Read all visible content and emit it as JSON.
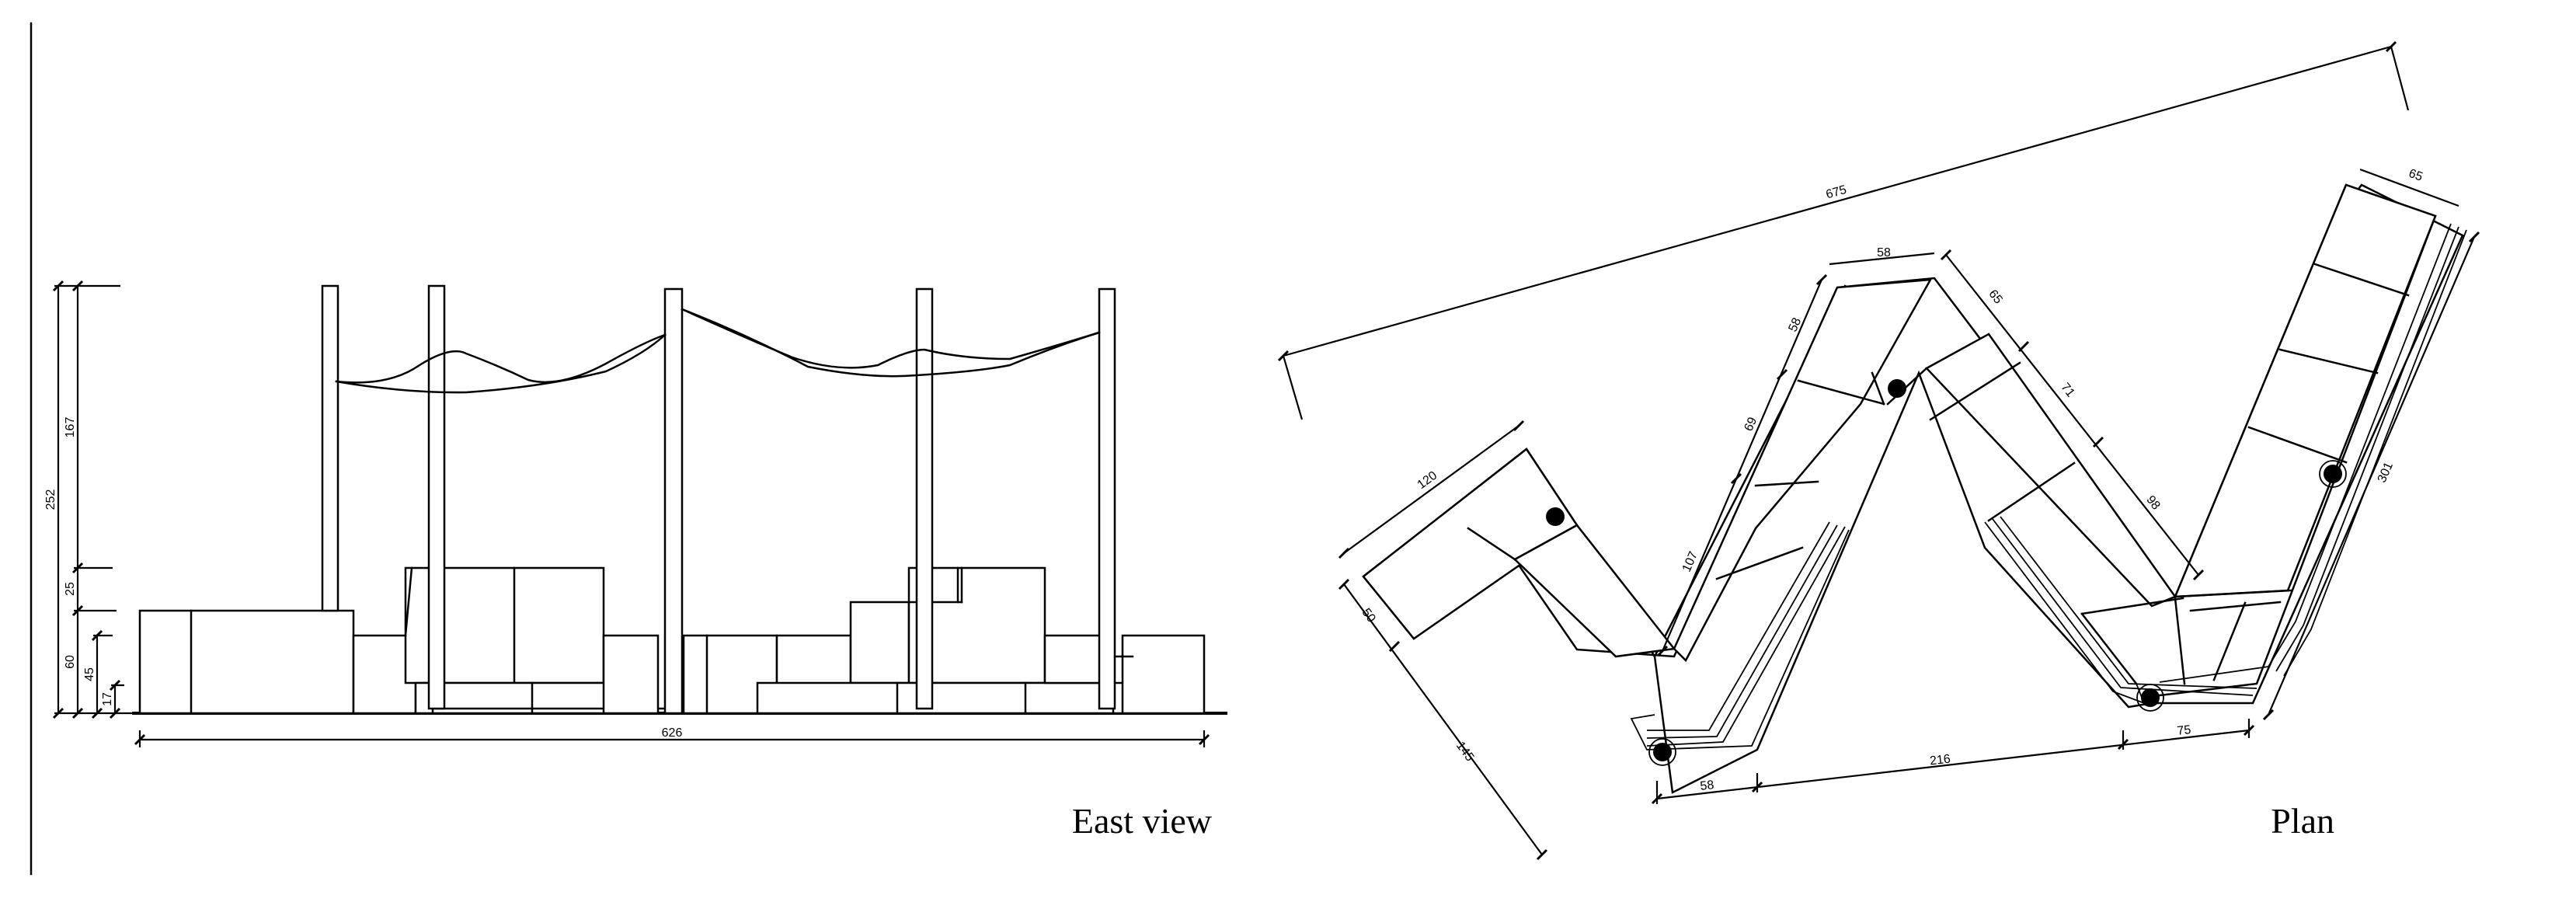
{
  "east_view": {
    "caption": "East view",
    "dimensions": {
      "total_height": "252",
      "canopy_height": "167",
      "band": "25",
      "seat_back": "60",
      "seat_height": "45",
      "base": "17",
      "overall_length": "626"
    }
  },
  "plan": {
    "caption": "Plan",
    "dimensions": {
      "overall_span": "675",
      "right_arm_width": "65",
      "top_width": "58",
      "upper_left_seg": "58",
      "mid_left_seg": "69",
      "lower_left_seg": "107",
      "left_arm_length": "120",
      "left_arm_width": "50",
      "left_diagonal": "145",
      "bottom_left_width": "58",
      "bottom_span": "216",
      "bottom_right_width": "75",
      "right_diagonal": "301",
      "inner_upper_seg": "65",
      "inner_mid_seg": "71",
      "inner_lower_seg": "98"
    }
  }
}
